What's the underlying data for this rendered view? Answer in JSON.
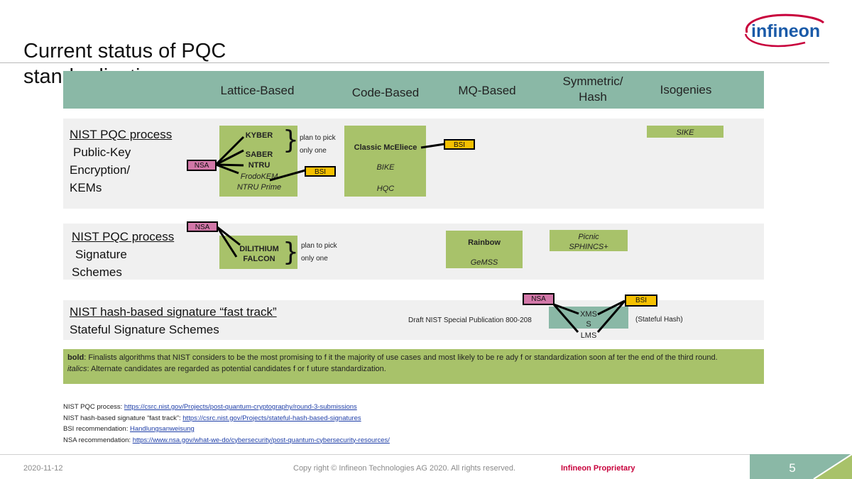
{
  "page": {
    "title": "Current status of PQC standardization",
    "logo_text": "infineon"
  },
  "header": {
    "columns": [
      "Lattice-Based",
      "Code-Based",
      "MQ-Based",
      "Symmetric/ Hash",
      "Isogenies"
    ]
  },
  "kem": {
    "label_line1": "NIST PQC process",
    "label_line2": "Public-Key",
    "label_line3": "Encryption/",
    "label_line4": "KEMs",
    "lattice": [
      "KYBER",
      "SABER",
      "NTRU",
      "FrodoKEM",
      "NTRU Prime"
    ],
    "plan_line1": "plan to pick",
    "plan_line2": "only one",
    "code": [
      "Classic McEliece",
      "BIKE",
      "HQC"
    ],
    "isogeny": "SIKE"
  },
  "signature": {
    "label_line1": "NIST PQC process",
    "label_line2": "Signature",
    "label_line3": "Schemes",
    "lattice": [
      "DILITHIUM",
      "FALCON"
    ],
    "plan_line1": "plan to pick",
    "plan_line2": "only one",
    "mq": [
      "Rainbow",
      "GeMSS"
    ],
    "symmetric": [
      "Picnic",
      "SPHINCS+"
    ]
  },
  "hash_track": {
    "label_line1": "NIST hash-based signature “fast track”",
    "label_line2": "Stateful Signature Schemes",
    "draft_note": "Draft NIST Special Publication 800-208",
    "box_line1": "XMS",
    "box_line2": "S",
    "box_line3": "LMS",
    "stateful_note": "(Stateful Hash)"
  },
  "tags": {
    "nsa": "NSA",
    "bsi": "BSI"
  },
  "legend": {
    "bold_key": "bold",
    "bold_text": ": Finalists algorithms that NIST considers to be the most promising to f it the majority of use cases and most likely to be re ady f or standardization soon af ter the end of the third round.",
    "italic_key": "italics",
    "italic_text": ": Alternate candidates are regarded as potential candidates f or f uture standardization."
  },
  "links": [
    {
      "label": "NIST PQC process: ",
      "url": "https://csrc.nist.gov/Projects/post-quantum-cryptography/round-3-submissions"
    },
    {
      "label": "NIST hash-based signature “fast track”: ",
      "url": "https://csrc.nist.gov/Projects/stateful-hash-based-signatures"
    },
    {
      "label": "BSI recommendation: ",
      "url": "Handlungsanweisung"
    },
    {
      "label": "NSA recommendation: ",
      "url": "https://www.nsa.gov/what-we-do/cybersecurity/post-quantum-cybersecurity-resources/"
    }
  ],
  "footer": {
    "date": "2020-11-12",
    "copyright": "Copy right © Infineon Technologies AG 2020. All rights reserved.",
    "proprietary": "Infineon Proprietary",
    "page_number": "5"
  },
  "colors": {
    "header_teal": "#8ab8a6",
    "candidate_green": "#a8c26a",
    "nsa_pink": "#d277a8",
    "bsi_yellow": "#f5c000",
    "infineon_red": "#c8003c",
    "infineon_blue": "#1a5aa8"
  }
}
